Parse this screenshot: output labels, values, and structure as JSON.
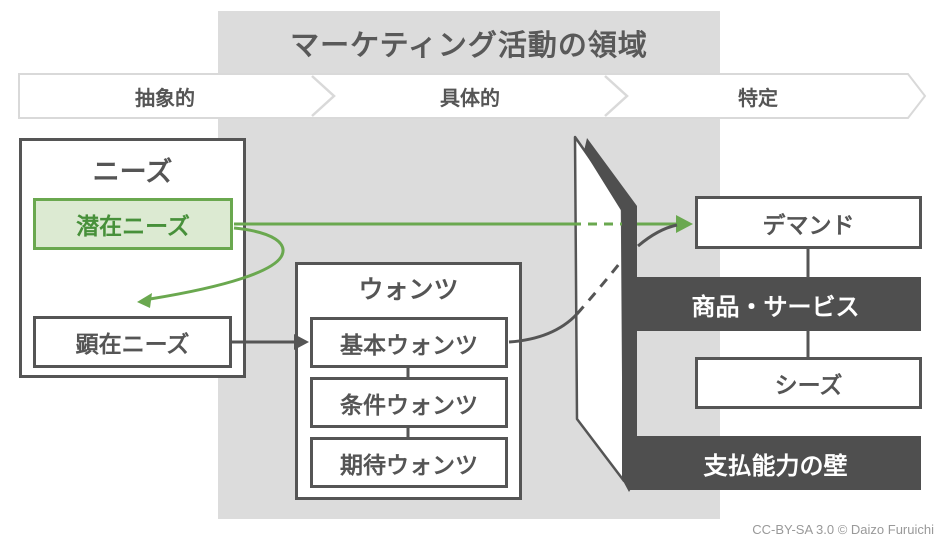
{
  "title": "マーケティング活動の領域",
  "spectrum_band": {
    "segments": [
      {
        "label": "抽象的"
      },
      {
        "label": "具体的"
      },
      {
        "label": "特定"
      }
    ]
  },
  "needs": {
    "title": "ニーズ",
    "latent": "潜在ニーズ",
    "manifest": "顕在ニーズ"
  },
  "wants": {
    "title": "ウォンツ",
    "items": [
      "基本ウォンツ",
      "条件ウォンツ",
      "期待ウォンツ"
    ]
  },
  "right_column": {
    "demand": "デマンド",
    "products_services": "商品・サービス",
    "seeds": "シーズ",
    "payment_wall": "支払能力の壁"
  },
  "credit": "CC-BY-SA 3.0 © Daizo Furuichi",
  "colors": {
    "background_gray": "#dcdcdc",
    "band_outline": "#d9d9d9",
    "dark_gray": "#555555",
    "dark_fill": "#4f4f4f",
    "accent_green": "#6aa84f",
    "green_fill": "#dcead2",
    "green_text": "#47903a",
    "credit_gray": "#999999"
  }
}
